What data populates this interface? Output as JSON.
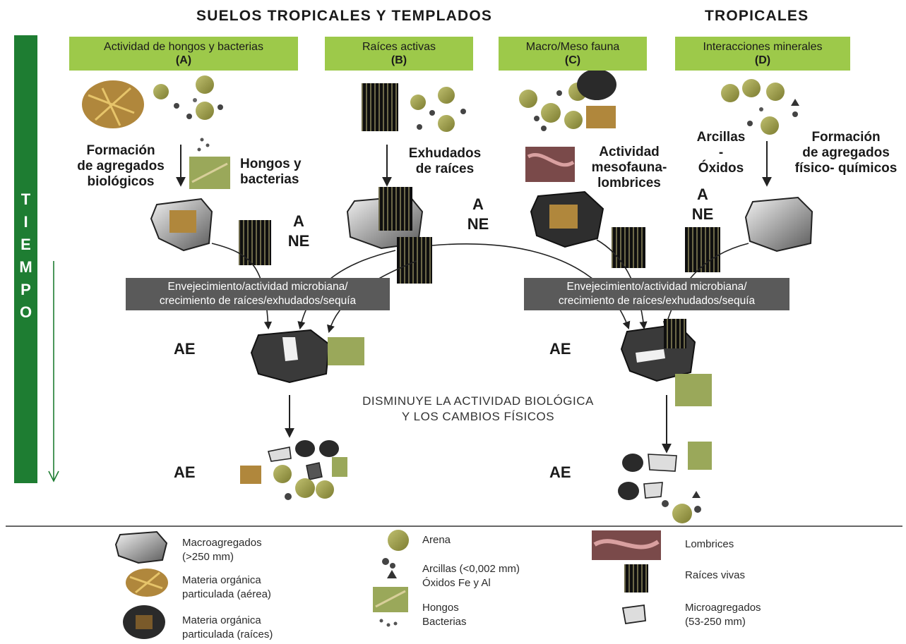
{
  "headings": {
    "left": "SUELOS TROPICALES Y TEMPLADOS",
    "right": "TROPICALES"
  },
  "columns": [
    {
      "title": "Actividad de hongos y bacterias",
      "letter": "(A)"
    },
    {
      "title": "Raíces activas",
      "letter": "(B)"
    },
    {
      "title": "Macro/Meso fauna",
      "letter": "(C)"
    },
    {
      "title": "Interacciones minerales",
      "letter": "(D)"
    }
  ],
  "labels": {
    "a_formation": "Formación\nde agregados\nbiológicos",
    "a_fungi": "Hongos y\nbacterias",
    "b_exudates": "Exhudados\nde raíces",
    "c_activity": "Actividad\nmesofauna-\nlombrices",
    "d_clays": "Arcillas\n-\nÓxidos",
    "d_formation": "Formación\nde agregados\nfísico- químicos",
    "ane_1": "A\nNE",
    "ane_2": "A\nNE",
    "ane_3": "A\nNE",
    "aging_left": "Envejecimiento/actividad microbiana/\ncrecimiento de raíces/exhudados/sequía",
    "aging_right": "Envejecimiento/actividad microbiana/\ncrecimiento de raíces/exhudados/sequía",
    "ae_1": "AE",
    "ae_2": "AE",
    "ae_3": "AE",
    "ae_4": "AE",
    "decrease": "DISMINUYE LA ACTIVIDAD BIOLÓGICA\nY LOS CAMBIOS FÍSICOS"
  },
  "time_axis": {
    "letters": [
      "T",
      "I",
      "E",
      "M",
      "P",
      "O"
    ]
  },
  "legend": [
    {
      "icon": "macroaggregate-icon",
      "text": "Macroagregados\n(>250 mm)"
    },
    {
      "icon": "organic-matter-aerial-icon",
      "text": "Materia orgánica\nparticulada (aérea)"
    },
    {
      "icon": "organic-matter-roots-icon",
      "text": "Materia orgánica\nparticulada (raíces)"
    },
    {
      "icon": "sand-icon",
      "text": "Arena"
    },
    {
      "icon": "clay-oxide-icon",
      "text": "Arcillas (<0,002 mm)\nÓxidos Fe y Al"
    },
    {
      "icon": "fungi-bacteria-icon",
      "text": "Hongos\nBacterias"
    },
    {
      "icon": "earthworm-icon",
      "text": "Lombrices"
    },
    {
      "icon": "live-roots-icon",
      "text": "Raíces vivas"
    },
    {
      "icon": "microaggregate-icon",
      "text": "Microagregados\n(53-250 mm)"
    }
  ],
  "colors": {
    "green_box": "#9dc94a",
    "time_bar": "#1e7d32",
    "gray_box": "#5a5a5a",
    "sand": "#9a9a4a",
    "dark_aggregate": "#3a3a3a"
  }
}
